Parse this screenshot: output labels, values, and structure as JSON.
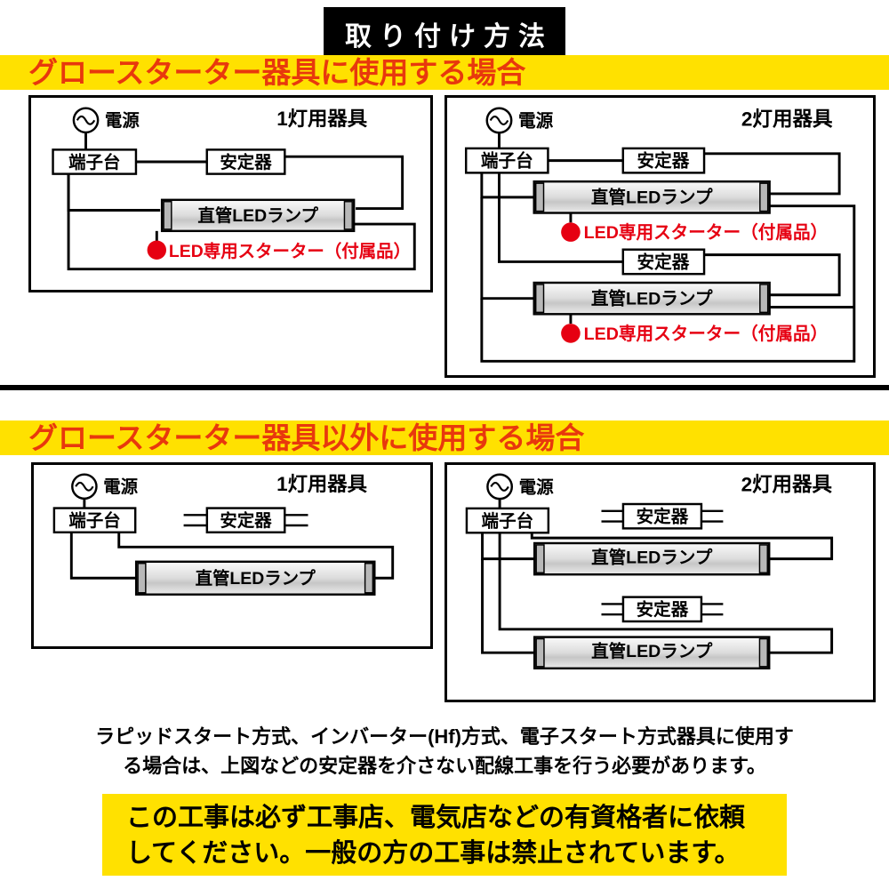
{
  "page": {
    "title": "取り付け方法"
  },
  "section1": {
    "header": "グロースターター器具に使用する場合",
    "panel1": {
      "title": "1灯用器具",
      "power": "電源",
      "terminal": "端子台",
      "ballast": "安定器",
      "lamp": "直管LEDランプ",
      "starter": "LED専用スターター（付属品）"
    },
    "panel2": {
      "title": "2灯用器具",
      "power": "電源",
      "terminal": "端子台",
      "ballast1": "安定器",
      "lamp1": "直管LEDランプ",
      "starter1": "LED専用スターター（付属品）",
      "ballast2": "安定器",
      "lamp2": "直管LEDランプ",
      "starter2": "LED専用スターター（付属品）"
    }
  },
  "section2": {
    "header": "グロースターター器具以外に使用する場合",
    "panel1": {
      "title": "1灯用器具",
      "power": "電源",
      "terminal": "端子台",
      "ballast": "安定器",
      "lamp": "直管LEDランプ"
    },
    "panel2": {
      "title": "2灯用器具",
      "power": "電源",
      "terminal": "端子台",
      "ballast1": "安定器",
      "lamp1": "直管LEDランプ",
      "ballast2": "安定器",
      "lamp2": "直管LEDランプ"
    }
  },
  "note": {
    "line1": "ラピッドスタート方式、インバーター(Hf)方式、電子スタート方式器具に使用す",
    "line2": "る場合は、上図などの安定器を介さない配線工事を行う必要があります。"
  },
  "warning": {
    "line1": "この工事は必ず工事店、電気店などの有資格者に依頼",
    "line2": "してください。一般の方の工事は禁止されています。"
  },
  "colors": {
    "banner_yellow": "#FFE100",
    "banner_text_red": "#E8380D",
    "starter_red": "#E60012",
    "title_bg": "#000000",
    "title_text": "#FFFFFF"
  }
}
